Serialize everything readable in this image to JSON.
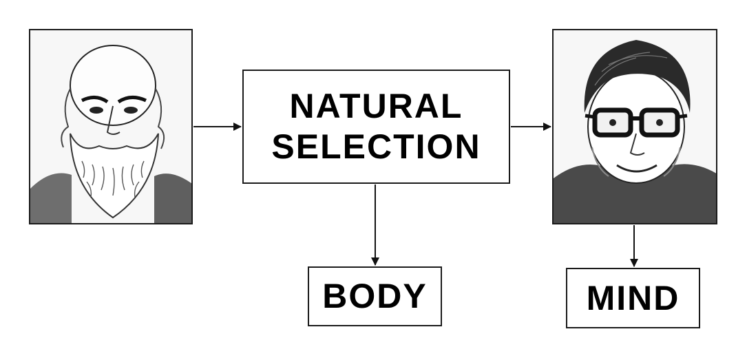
{
  "diagram": {
    "nodes": {
      "left_portrait": {
        "icon": "bearded-elder-portrait"
      },
      "right_portrait": {
        "icon": "man-with-glasses-portrait"
      },
      "natural_selection": {
        "line1": "NATURAL",
        "line2": "SELECTION"
      },
      "body": {
        "label": "BODY"
      },
      "mind": {
        "label": "MIND"
      }
    },
    "edges": [
      {
        "from": "left_portrait",
        "to": "natural_selection"
      },
      {
        "from": "natural_selection",
        "to": "right_portrait"
      },
      {
        "from": "natural_selection",
        "to": "body"
      },
      {
        "from": "right_portrait",
        "to": "mind"
      }
    ]
  }
}
